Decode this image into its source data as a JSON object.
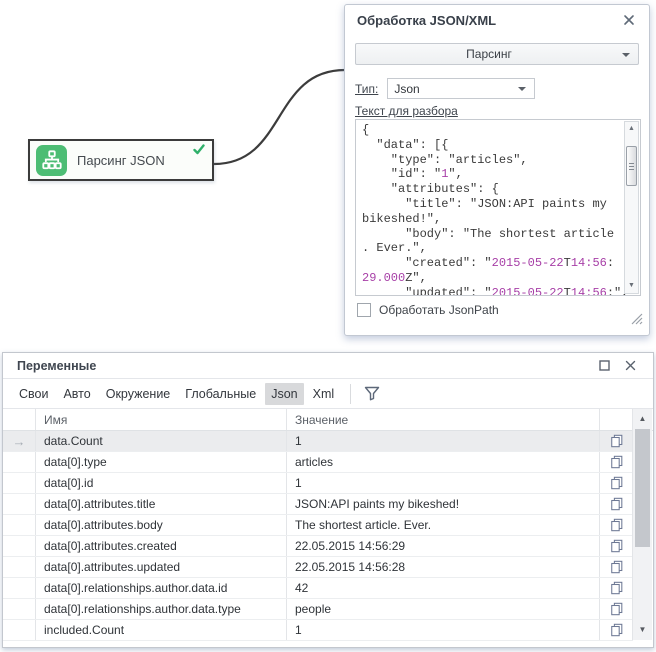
{
  "node": {
    "label": "Парсинг JSON",
    "status": "success"
  },
  "json_panel": {
    "title": "Обработка JSON/XML",
    "action_select_value": "Парсинг",
    "type_label": "Тип:",
    "type_select_value": "Json",
    "text_label": "Текст для разбора",
    "json_text": "{\n  \"data\": [{\n    \"type\": \"articles\",\n    \"id\": \"1\",\n    \"attributes\": {\n      \"title\": \"JSON:API paints my\nbikeshed!\",\n      \"body\": \"The shortest article\n. Ever.\",\n      \"created\": \"2015-05-22T14:56:\n29.000Z\",\n      \"updated\": \"2015-05-22T14:56:\",",
    "jsonpath_checkbox_label": "Обработать JsonPath",
    "jsonpath_checked": false
  },
  "variables_panel": {
    "title": "Переменные",
    "tabs": [
      {
        "label": "Свои",
        "active": false
      },
      {
        "label": "Авто",
        "active": false
      },
      {
        "label": "Окружение",
        "active": false
      },
      {
        "label": "Глобальные",
        "active": false
      },
      {
        "label": "Json",
        "active": true
      },
      {
        "label": "Xml",
        "active": false
      }
    ],
    "columns": {
      "name": "Имя",
      "value": "Значение"
    },
    "rows": [
      {
        "name": "data.Count",
        "value": "1",
        "selected": true
      },
      {
        "name": "data[0].type",
        "value": "articles",
        "selected": false
      },
      {
        "name": "data[0].id",
        "value": "1",
        "selected": false
      },
      {
        "name": "data[0].attributes.title",
        "value": "JSON:API paints my bikeshed!",
        "selected": false
      },
      {
        "name": "data[0].attributes.body",
        "value": "The shortest article. Ever.",
        "selected": false
      },
      {
        "name": "data[0].attributes.created",
        "value": "22.05.2015 14:56:29",
        "selected": false
      },
      {
        "name": "data[0].attributes.updated",
        "value": "22.05.2015 14:56:28",
        "selected": false
      },
      {
        "name": "data[0].relationships.author.data.id",
        "value": "42",
        "selected": false
      },
      {
        "name": "data[0].relationships.author.data.type",
        "value": "people",
        "selected": false
      },
      {
        "name": "included.Count",
        "value": "1",
        "selected": false
      }
    ]
  },
  "colors": {
    "accent_green": "#4dbd74",
    "check_green": "#2fb06a",
    "digit_magenta": "#a73fa7",
    "connector_dark": "#3c3c3c",
    "tab_active_bg": "#d8d9db",
    "selected_row_bg": "#ebecee"
  }
}
